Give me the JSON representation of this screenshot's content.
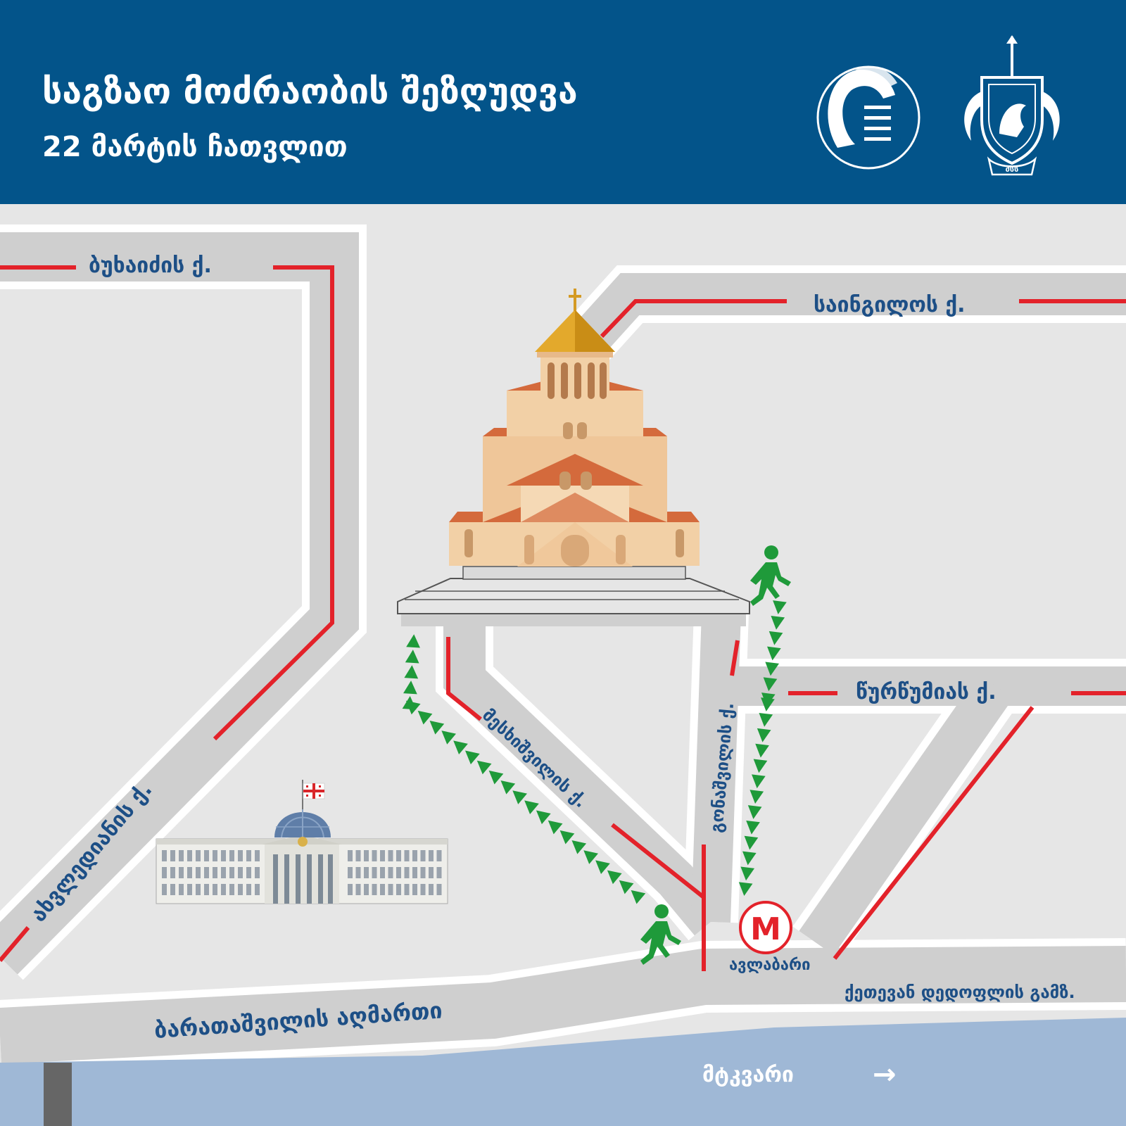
{
  "header": {
    "title": "საგზაო მოძრაობის შეზღუდვა",
    "subtitle": "22 მარტის ჩათვლით",
    "logo_ministry_text": "შსს",
    "bg_color": "#03548a"
  },
  "streets": {
    "bukhaidze": "ბუხაიძის ქ.",
    "saingilo": "საინგილოს ქ.",
    "tsurtsumia": "წურწუმიას ქ.",
    "akhvlediani": "ახვლედიანის ქ.",
    "meskhishvili": "მესხიშვილის ქ.",
    "gonashvili": "გონაშვილის ქ.",
    "ketevan": "ქეთევან დედოფლის გამზ.",
    "baratashvili": "ბარათაშვილის აღმართი"
  },
  "metro": {
    "letter": "M",
    "name": "ავლაბარი"
  },
  "river": {
    "name": "მტკვარი",
    "arrow": "→"
  },
  "colors": {
    "restriction": "#e3222a",
    "pedestrian": "#1f9a3a",
    "street_label": "#1d4f86",
    "road": "#cfcfcf",
    "road_edge": "#ffffff",
    "block": "#e6e6e6",
    "river": "#9fb8d6"
  },
  "icons": [
    "cathedral-icon",
    "presidential-palace-icon",
    "pedestrian-icon",
    "metro-icon",
    "georgian-flag-icon",
    "police-emblem-icon",
    "ministry-emblem-icon"
  ]
}
